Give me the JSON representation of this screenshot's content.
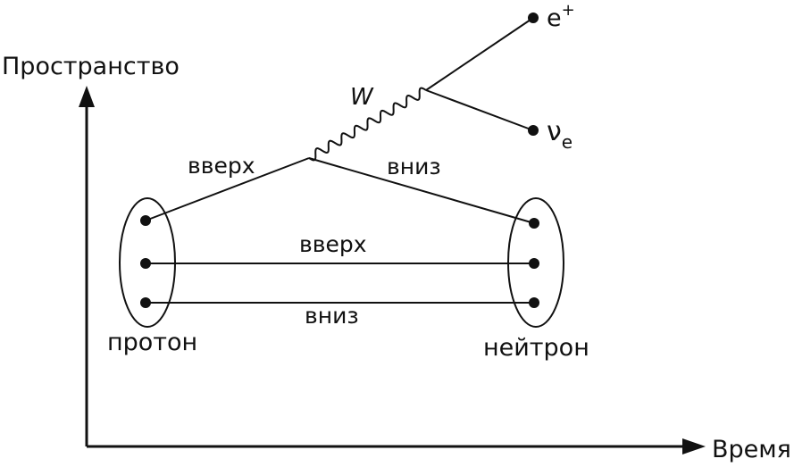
{
  "axes": {
    "y_label": "Пространство",
    "x_label": "Время"
  },
  "boson": {
    "label": "W"
  },
  "leptons": {
    "positron_base": "e",
    "positron_sup": "+",
    "neutrino_base": "ν",
    "neutrino_sub": "e"
  },
  "quarks": {
    "outgoing_up": "вверх",
    "outgoing_down": "вниз",
    "spectator_up": "вверх",
    "spectator_down": "вниз"
  },
  "hadrons": {
    "initial": "протон",
    "final": "нейтрон"
  },
  "colors": {
    "ink": "#111111",
    "background": "#ffffff"
  }
}
